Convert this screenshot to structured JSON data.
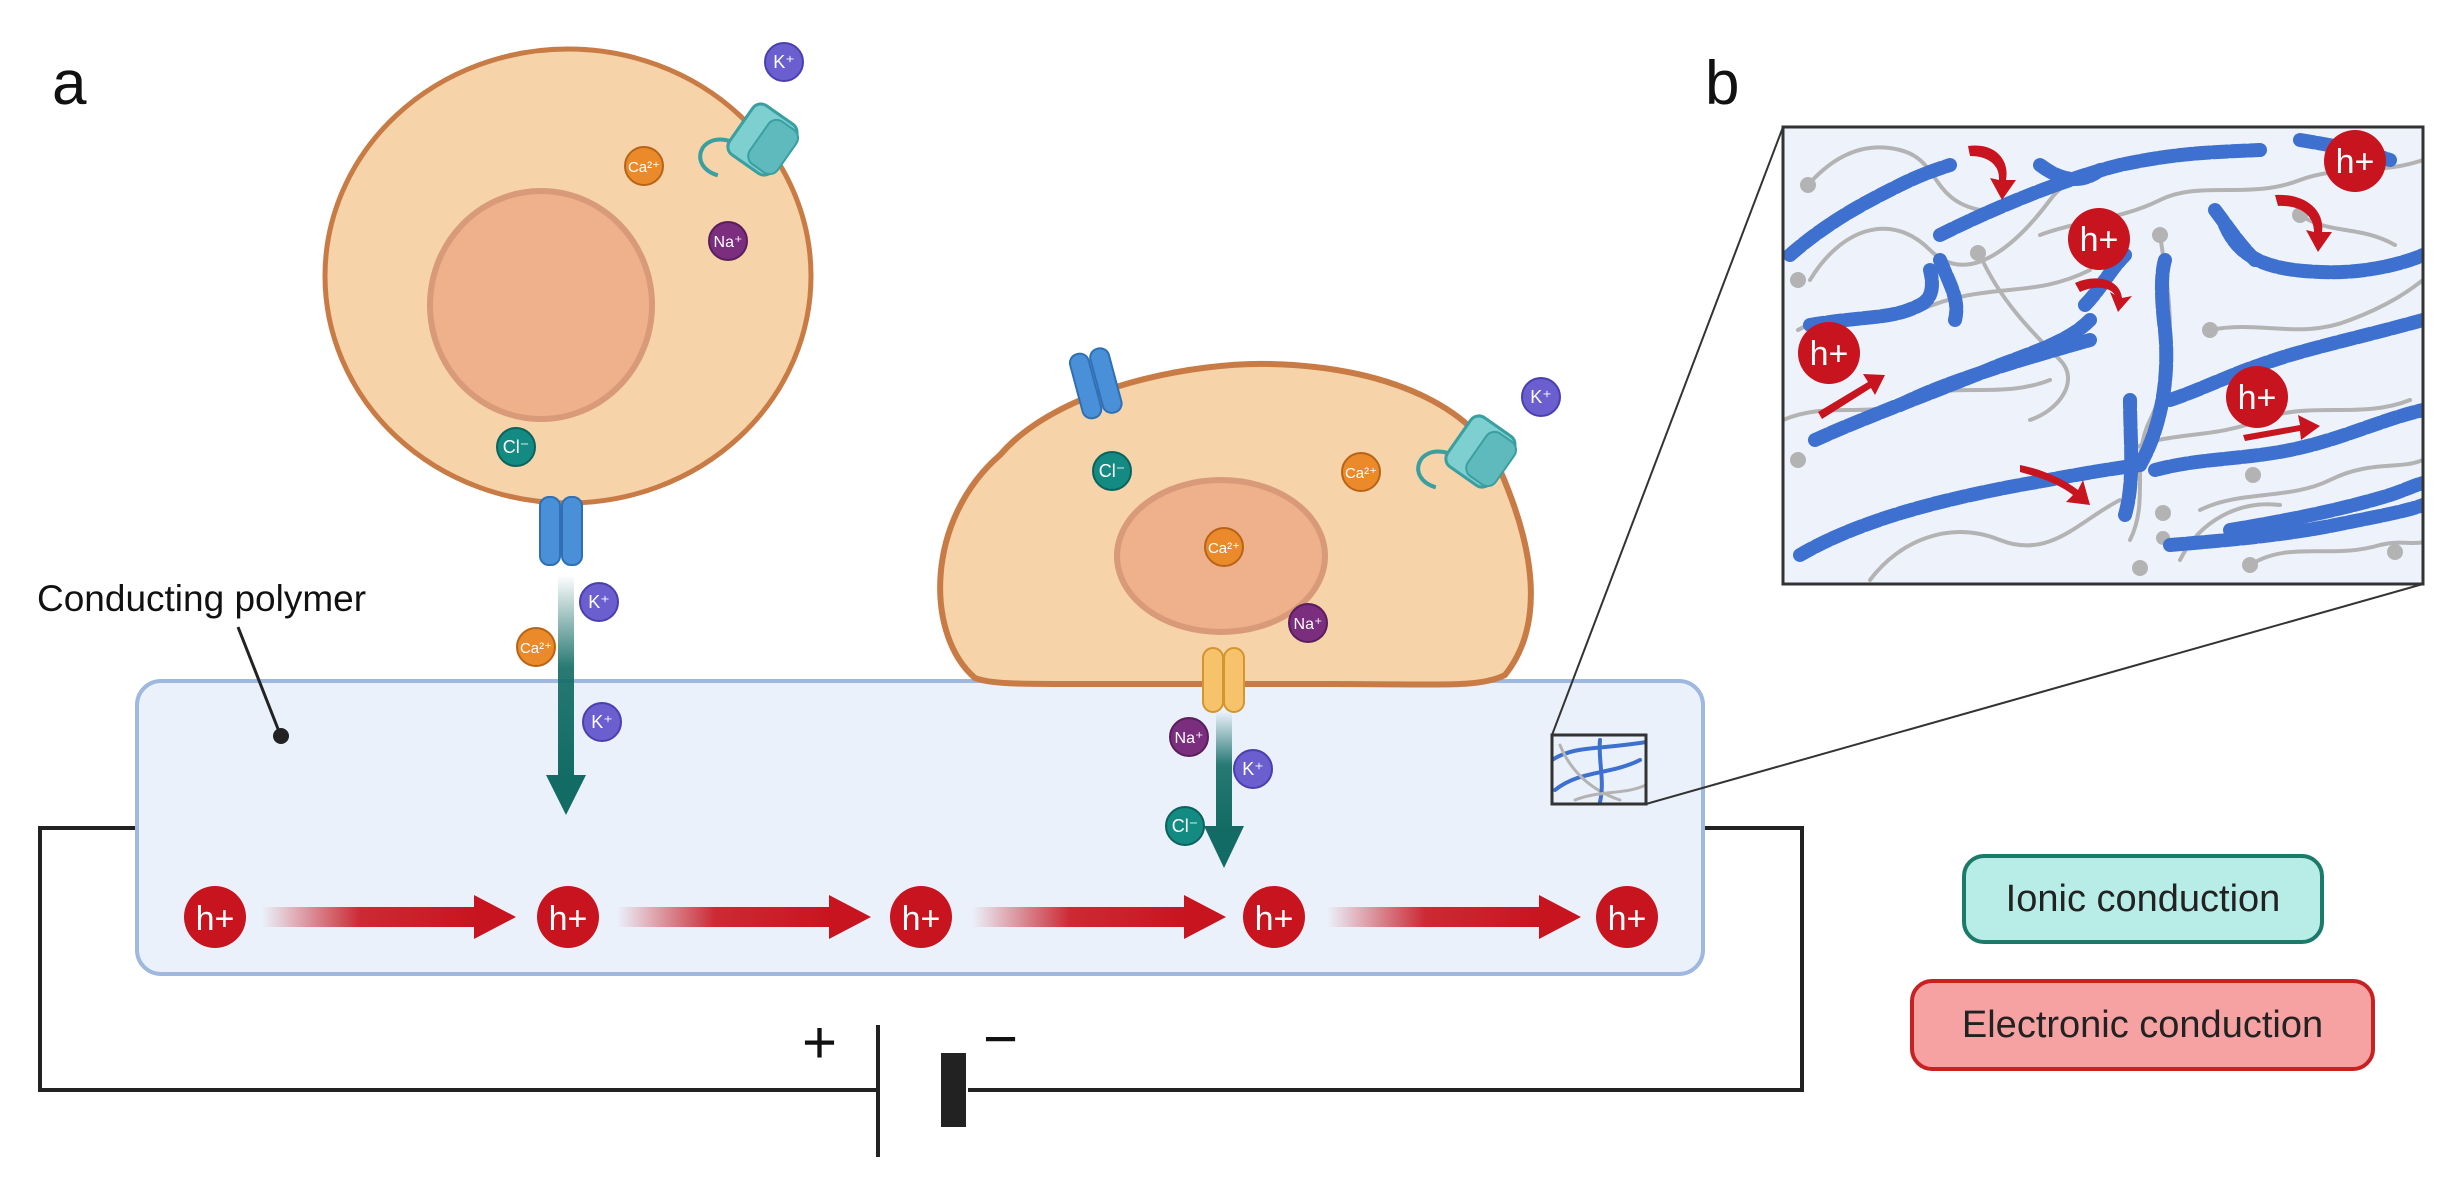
{
  "labels": {
    "panel_a": "a",
    "panel_b": "b",
    "polymer": "Conducting polymer",
    "plus": "+",
    "minus": "−"
  },
  "legend": {
    "ionic": "Ionic conduction",
    "electronic": "Electronic conduction"
  },
  "charges": {
    "hole": "h+",
    "k": "K⁺",
    "na": "Na⁺",
    "ca": "Ca²⁺",
    "cl": "Cl⁻"
  },
  "colors": {
    "cell_fill": "#f6d3a8",
    "cell_stroke": "#c97b45",
    "nucleus_fill": "#efb08c",
    "polymer_fill": "#eaf1fb",
    "polymer_stroke": "#9fb8e0",
    "hole": "#c8141e",
    "ionic_arrow": "#126b64",
    "k_ion": "#6b5fcf",
    "ca_ion": "#ea8a2b",
    "na_ion": "#7b2e7d",
    "cl_ion": "#138a82",
    "chain_blue": "#3d70cf",
    "chain_gray": "#b3b3b3"
  }
}
